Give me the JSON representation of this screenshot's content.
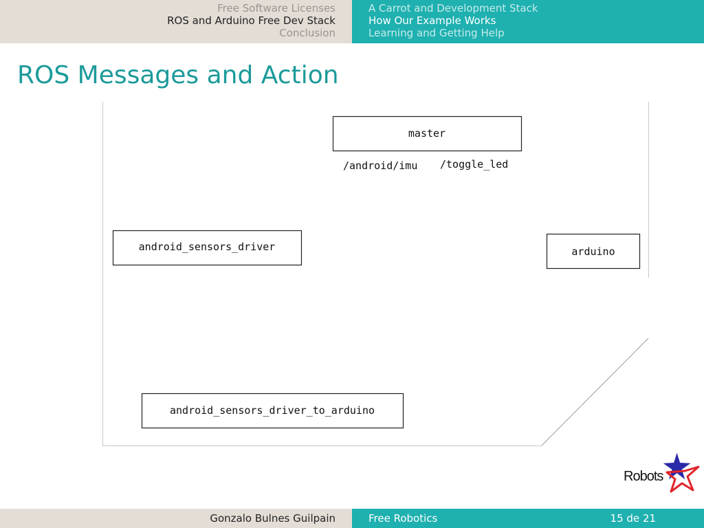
{
  "header": {
    "left_items": [
      {
        "label": "Free Software Licenses",
        "active": false
      },
      {
        "label": "ROS and Arduino Free Dev Stack",
        "active": true
      },
      {
        "label": "Conclusion",
        "active": false
      }
    ],
    "right_items": [
      {
        "label": "A Carrot and Development Stack",
        "active": false
      },
      {
        "label": "How Our Example Works",
        "active": true
      },
      {
        "label": "Learning and Getting Help",
        "active": false
      }
    ]
  },
  "slide": {
    "title": "ROS Messages and Action"
  },
  "diagram": {
    "nodes": {
      "master": "master",
      "android_driver": "android_sensors_driver",
      "arduino": "arduino",
      "bridge": "android_sensors_driver_to_arduino"
    },
    "topics": {
      "imu": "/android/imu",
      "toggle_led": "/toggle_led"
    }
  },
  "footer": {
    "author": "Gonzalo Bulnes Guilpain",
    "talk_title": "Free Robotics",
    "page": "15 de 21"
  },
  "logo": {
    "text": "Robots",
    "colors": {
      "star_blue": "#2a2aa8",
      "star_red": "#e0242a"
    }
  },
  "theme": {
    "accent": "#1fb0b0",
    "title_color": "#1c9a9a",
    "sand": "#e3ddd6"
  }
}
